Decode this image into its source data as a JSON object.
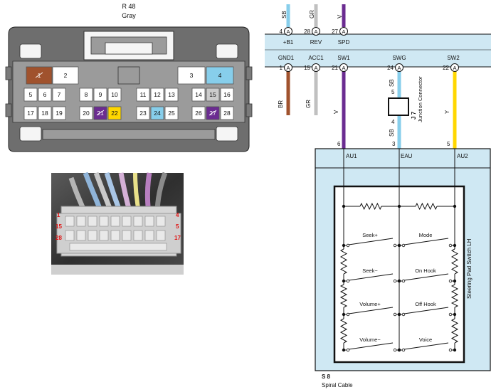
{
  "connector": {
    "id": "R 48",
    "color_label": "Gray",
    "pins_row1": [
      {
        "n": "1",
        "fill": "#a0522d",
        "struck": true
      },
      {
        "n": "2",
        "fill": "#ffffff",
        "struck": false
      },
      {
        "n": "3",
        "fill": "#ffffff",
        "struck": false
      },
      {
        "n": "4",
        "fill": "#87ceeb",
        "struck": false
      }
    ],
    "pins_row2": [
      {
        "n": "5",
        "fill": "#ffffff",
        "struck": false
      },
      {
        "n": "6",
        "fill": "#ffffff",
        "struck": false
      },
      {
        "n": "7",
        "fill": "#ffffff",
        "struck": false
      },
      {
        "n": "8",
        "fill": "#ffffff",
        "struck": false
      },
      {
        "n": "9",
        "fill": "#ffffff",
        "struck": false
      },
      {
        "n": "10",
        "fill": "#ffffff",
        "struck": false
      },
      {
        "n": "11",
        "fill": "#ffffff",
        "struck": false
      },
      {
        "n": "12",
        "fill": "#ffffff",
        "struck": false
      },
      {
        "n": "13",
        "fill": "#ffffff",
        "struck": false
      },
      {
        "n": "14",
        "fill": "#ffffff",
        "struck": false
      },
      {
        "n": "15",
        "fill": "#cccccc",
        "struck": false
      },
      {
        "n": "16",
        "fill": "#ffffff",
        "struck": false
      }
    ],
    "pins_row3": [
      {
        "n": "17",
        "fill": "#ffffff",
        "struck": false
      },
      {
        "n": "18",
        "fill": "#ffffff",
        "struck": false
      },
      {
        "n": "19",
        "fill": "#ffffff",
        "struck": false
      },
      {
        "n": "20",
        "fill": "#ffffff",
        "struck": false
      },
      {
        "n": "21",
        "fill": "#6b2c91",
        "struck": true
      },
      {
        "n": "22",
        "fill": "#ffd700",
        "struck": false
      },
      {
        "n": "23",
        "fill": "#ffffff",
        "struck": false
      },
      {
        "n": "24",
        "fill": "#87ceeb",
        "struck": false
      },
      {
        "n": "25",
        "fill": "#ffffff",
        "struck": false
      },
      {
        "n": "26",
        "fill": "#ffffff",
        "struck": false
      },
      {
        "n": "27",
        "fill": "#6b2c91",
        "struck": true
      },
      {
        "n": "28",
        "fill": "#ffffff",
        "struck": false
      }
    ]
  },
  "photo": {
    "labels": [
      "1",
      "15",
      "28",
      "4",
      "5",
      "17"
    ]
  },
  "top_terminals": [
    {
      "pin": "4",
      "letter": "A",
      "wire": "SB",
      "signal": "+B1",
      "wire_color": "#87ceeb"
    },
    {
      "pin": "28",
      "letter": "A",
      "wire": "GR",
      "signal": "REV",
      "wire_color": "#c0c0c0"
    },
    {
      "pin": "27",
      "letter": "A",
      "wire": "V",
      "signal": "SPD",
      "wire_color": "#6b2c91"
    }
  ],
  "bottom_terminals": [
    {
      "pin": "1",
      "letter": "A",
      "wire": "BR",
      "signal": "GND1",
      "wire_color": "#a0522d"
    },
    {
      "pin": "15",
      "letter": "A",
      "wire": "GR",
      "signal": "ACC1",
      "wire_color": "#c0c0c0"
    },
    {
      "pin": "21",
      "letter": "A",
      "wire": "V",
      "signal": "SW1",
      "wire_color": "#6b2c91"
    },
    {
      "pin": "24",
      "letter": "A",
      "wire": "SB",
      "signal": "SWG",
      "wire_color": "#87ceeb"
    },
    {
      "pin": "22",
      "letter": "A",
      "wire": "Y",
      "signal": "SW2",
      "wire_color": "#ffd700"
    }
  ],
  "junction": {
    "id": "J 7",
    "name": "Junction Connector",
    "pin_in": "5",
    "pin_out": "4",
    "wire_in": "SB",
    "wire_out": "SB"
  },
  "spiral": {
    "pins": [
      "6",
      "3",
      "5"
    ],
    "labels": [
      "AU1",
      "EAU",
      "AU2"
    ],
    "id": "S 8",
    "name": "Spiral Cable"
  },
  "switch_box": {
    "name": "Steering Pad Switch LH",
    "left_switches": [
      "Seek+",
      "Seek−",
      "Volume+",
      "Volume−"
    ],
    "right_switches": [
      "Mode",
      "On Hook",
      "Off Hook",
      "Voice"
    ]
  }
}
